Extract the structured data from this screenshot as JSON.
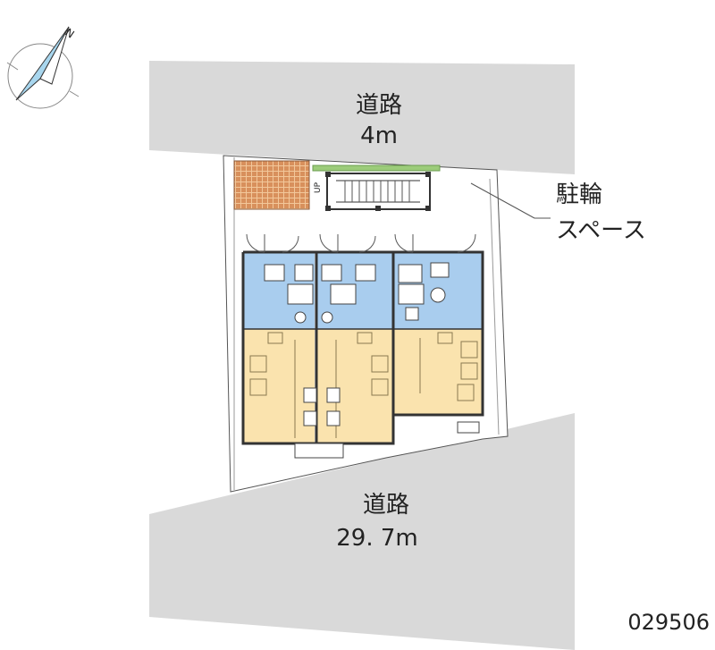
{
  "compass": {
    "north_label": "N",
    "icon": "north-arrow-icon"
  },
  "road_top": {
    "name": "道路",
    "width": "4m"
  },
  "road_bottom": {
    "name": "道路",
    "width": "29. 7m"
  },
  "parking": {
    "line1": "駐輪",
    "line2": "スペース"
  },
  "stairs": {
    "label": "UP"
  },
  "reference_id": "029506",
  "colors": {
    "road": "#d9d9d9",
    "wet_area": "#a9cdee",
    "room": "#fae3ae",
    "tile": "#d88a5a",
    "wall": "#333333"
  }
}
